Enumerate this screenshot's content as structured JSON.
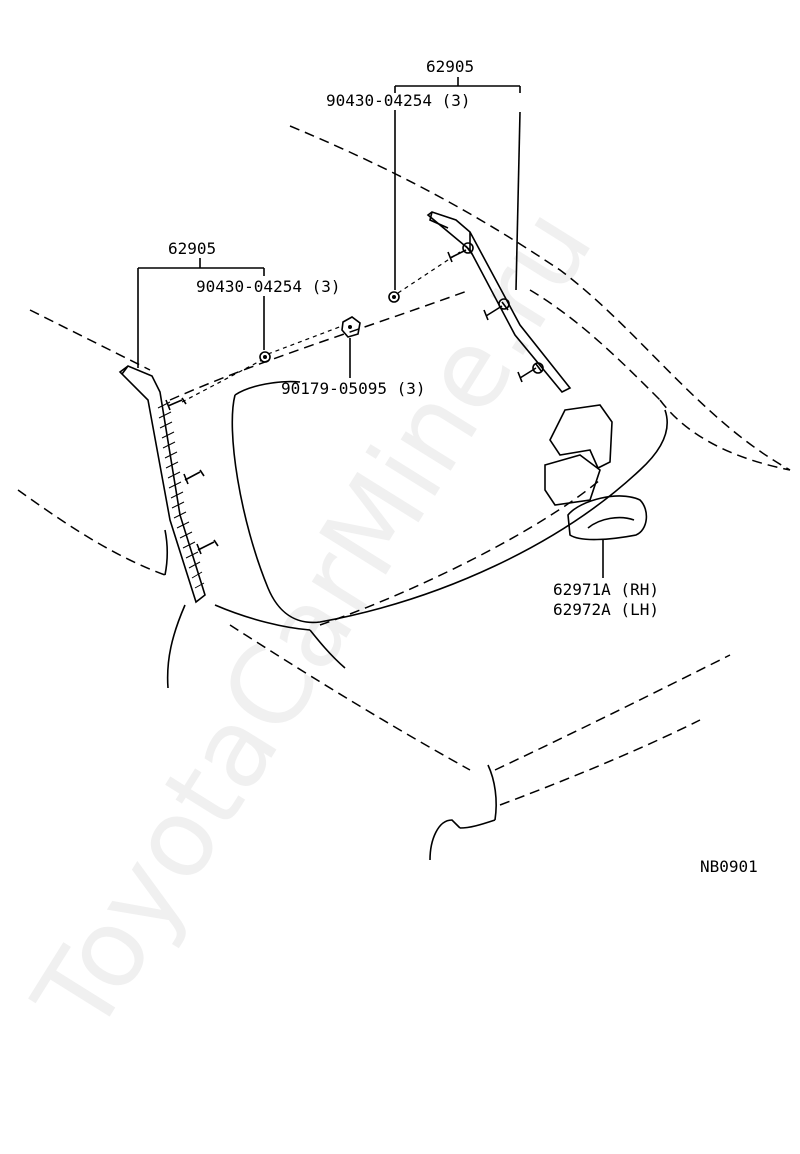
{
  "labels": {
    "rh_assembly": "62905",
    "rh_screw": "90430-04254 (3)",
    "lh_assembly": "62905",
    "lh_screw": "90430-04254 (3)",
    "clip": "90179-05095 (3)",
    "lamp_rh": "62971A (RH)",
    "lamp_lh": "62972A (LH)",
    "diagram_code": "NB0901"
  },
  "watermark": "ToyotaCarMine.ru",
  "colors": {
    "line": "#000000",
    "background": "#ffffff"
  }
}
